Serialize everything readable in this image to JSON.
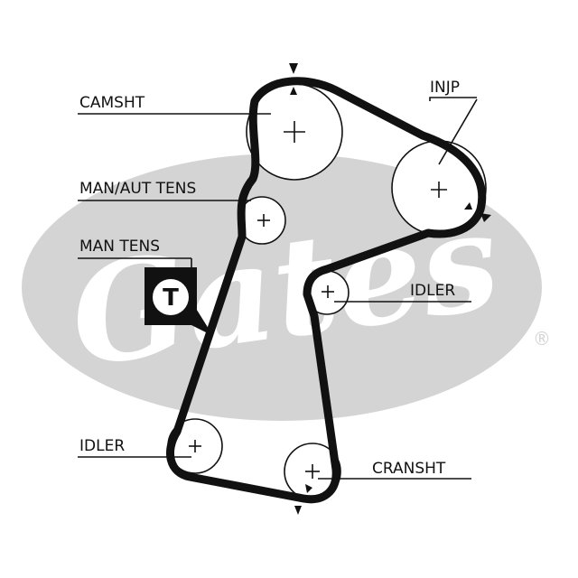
{
  "colors": {
    "background": "#ffffff",
    "logo": "#d4d4d4",
    "ink": "#111111"
  },
  "logo": {
    "brand_text": "Gates",
    "registered_mark": "®"
  },
  "labels": {
    "camshaft": "CAMSHT",
    "injection_pump": "INJP",
    "man_aut_tensioner": "MAN/AUT TENS",
    "man_tensioner": "MAN TENS",
    "idler_right": "IDLER",
    "idler_left": "IDLER",
    "crankshaft": "CRANSHT"
  },
  "tool_badge": {
    "letter": "T",
    "icon": "tensioner-tool-icon"
  }
}
